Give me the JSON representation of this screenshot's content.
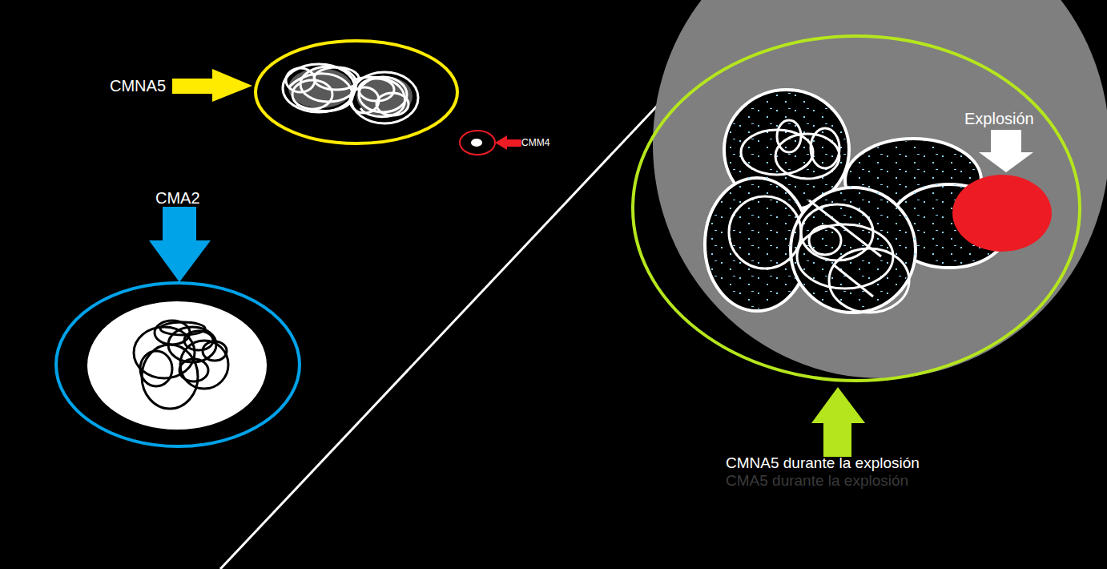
{
  "diagram": {
    "labels": [
      "CMNA5",
      "CMM4",
      "CMA2",
      "Explosión",
      "CMNA5 durante la explosión",
      "CMA5 durante la explosión"
    ]
  }
}
